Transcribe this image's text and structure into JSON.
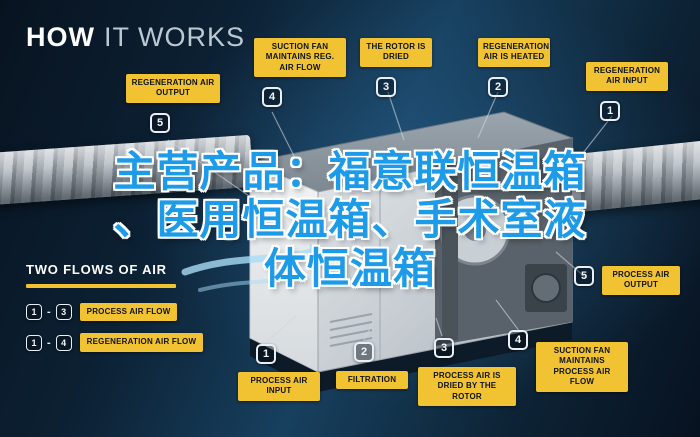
{
  "title": {
    "bold": "HOW",
    "light": "IT WORKS"
  },
  "overlay": {
    "lines": [
      "主营产品：福意联恒温箱",
      "、医用恒温箱、手术室液",
      "体恒温箱"
    ]
  },
  "callouts": [
    {
      "label": "REGENERATION AIR OUTPUT",
      "number": "5"
    },
    {
      "label": "SUCTION FAN MAINTAINS REG. AIR FLOW",
      "number": "4"
    },
    {
      "label": "THE ROTOR IS DRIED",
      "number": "3"
    },
    {
      "label": "REGENERATION AIR IS HEATED",
      "number": "2"
    },
    {
      "label": "REGENERATION AIR INPUT",
      "number": "1"
    },
    {
      "label": "PROCESS AIR OUTPUT",
      "number": "5"
    },
    {
      "label": "SUCTION FAN MAINTAINS PROCESS AIR FLOW",
      "number": "4"
    },
    {
      "label": "PROCESS AIR IS DRIED BY THE ROTOR",
      "number": "3"
    },
    {
      "label": "FILTRATION",
      "number": "2"
    },
    {
      "label": "PROCESS AIR INPUT",
      "number": "1"
    }
  ],
  "legend": {
    "title": "TWO FLOWS OF AIR",
    "separator": "-",
    "rows": [
      {
        "from": "1",
        "to": "3",
        "label": "PROCESS AIR FLOW"
      },
      {
        "from": "1",
        "to": "4",
        "label": "REGENERATION AIR FLOW"
      }
    ]
  },
  "colors": {
    "accent_yellow": "#F1C232",
    "overlay_blue": "#1E9BE8",
    "background": "#0E2336"
  }
}
